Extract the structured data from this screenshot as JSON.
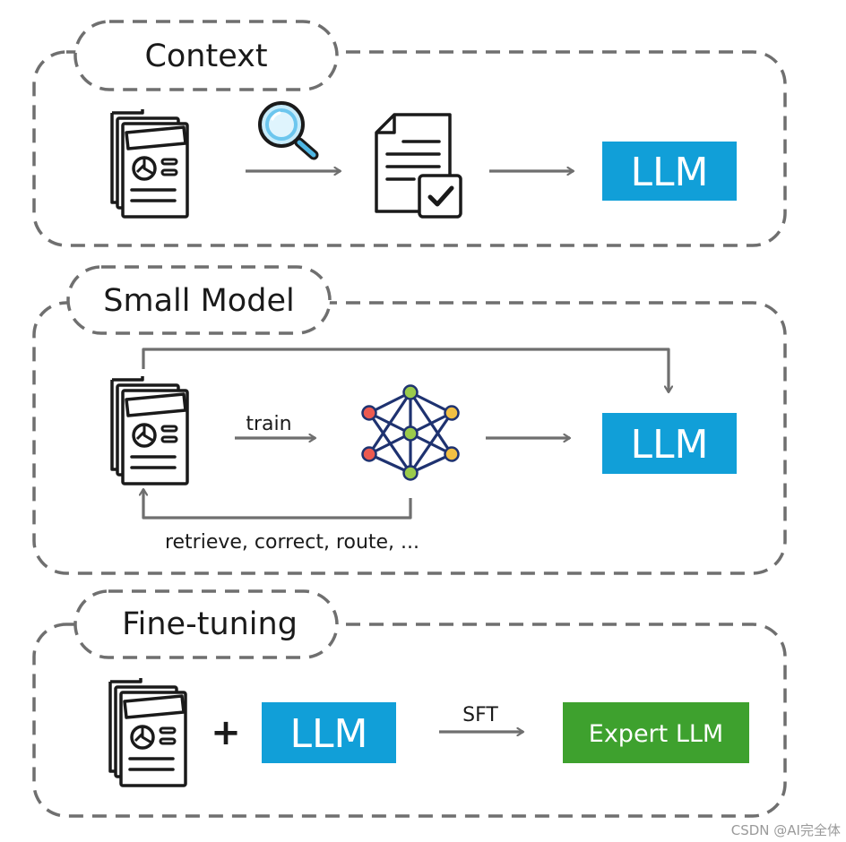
{
  "colors": {
    "llm_blue": "#119fd8",
    "expert_green": "#3ea12e",
    "dash_gray": "#6f6f6f",
    "arrow_gray": "#6f6f6f",
    "node_red": "#ec5a50",
    "node_yellow": "#f2c043",
    "node_green": "#9bcb4b",
    "node_teal": "#4fb7b0",
    "network_edge": "#1e3270"
  },
  "sections": {
    "context": {
      "title": "Context",
      "llm_label": "LLM",
      "icons": [
        "documents-icon",
        "search-icon",
        "checked-document-icon"
      ]
    },
    "small_model": {
      "title": "Small Model",
      "train_label": "train",
      "feedback_label": "retrieve, correct, route, ...",
      "llm_label": "LLM",
      "icons": [
        "documents-icon",
        "neural-network-icon"
      ]
    },
    "fine_tuning": {
      "title": "Fine-tuning",
      "plus": "+",
      "llm_label": "LLM",
      "sft_label": "SFT",
      "expert_label": "Expert LLM",
      "icons": [
        "documents-icon"
      ]
    }
  },
  "watermark": "CSDN @AI完全体"
}
